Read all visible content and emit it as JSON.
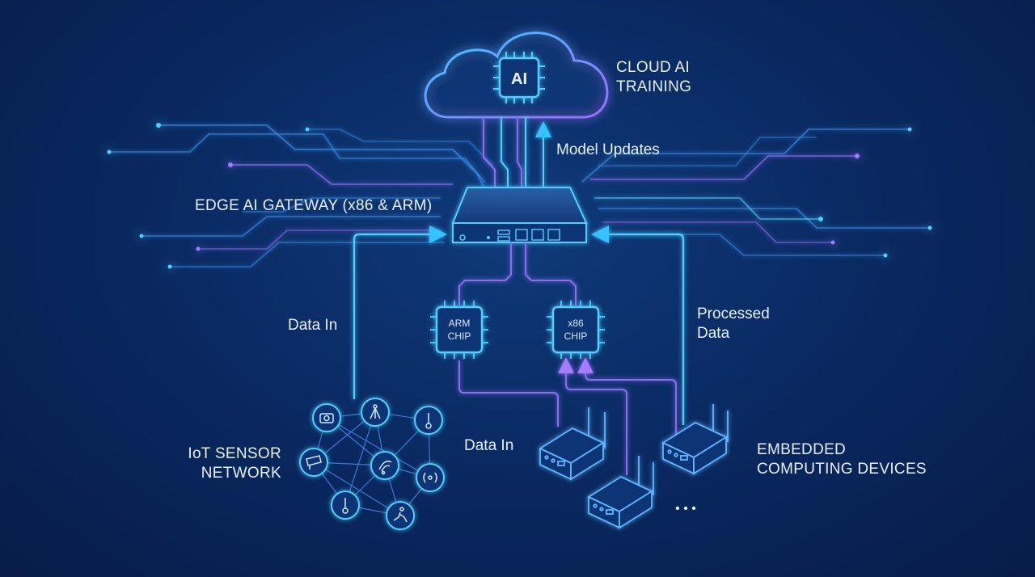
{
  "cloud": {
    "badge": "AI",
    "title_line1": "CLOUD AI",
    "title_line2": "TRAINING"
  },
  "gateway": {
    "title": "EDGE AI GATEWAY (x86 & ARM)"
  },
  "chips": {
    "arm_line1": "ARM",
    "arm_line2": "CHIP",
    "x86_line1": "x86",
    "x86_line2": "CHIP"
  },
  "flows": {
    "model_updates": "Model Updates",
    "data_in_left": "Data In",
    "processed_line1": "Processed",
    "processed_line2": "Data",
    "data_in_bottom": "Data In"
  },
  "sensors": {
    "title_line1": "IoT SENSOR",
    "title_line2": "NETWORK",
    "nodes": [
      "camera-icon",
      "antenna-icon",
      "thermometer-icon",
      "cctv-icon",
      "wifi-icon",
      "signal-icon",
      "thermometer-icon",
      "runner-icon"
    ]
  },
  "devices": {
    "title_line1": "EMBEDDED",
    "title_line2": "COMPUTING DEVICES",
    "more": "• • •"
  },
  "colors": {
    "cyan": "#35c3ff",
    "purple": "#a57bff",
    "text": "#e8f1ff",
    "bg": "#0a2a63"
  }
}
